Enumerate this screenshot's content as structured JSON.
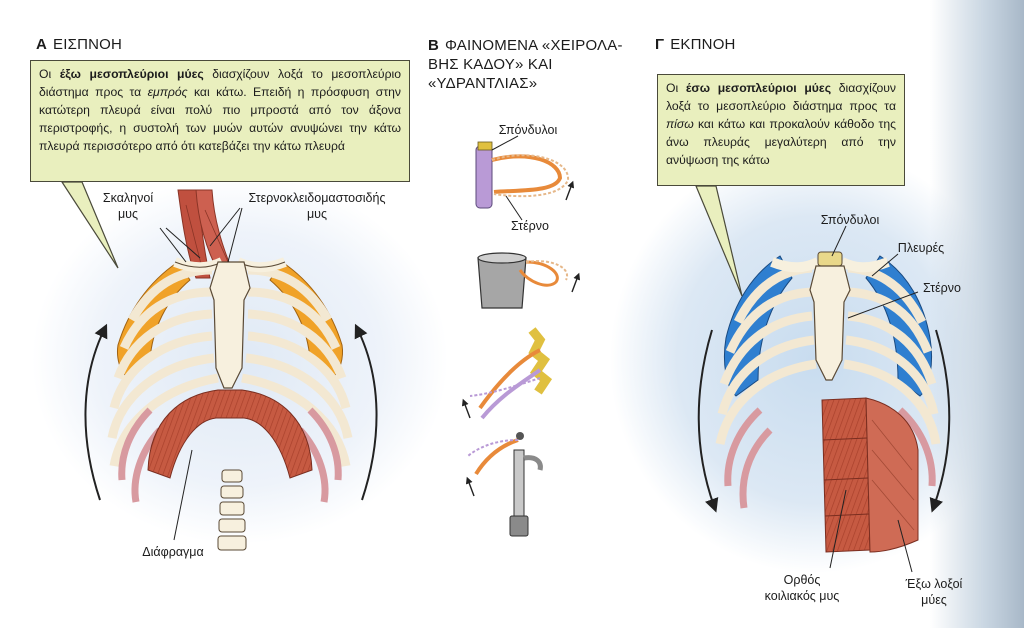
{
  "panel_a": {
    "letter": "Α",
    "title": "ΕΙΣΠΝΟΗ",
    "callout": {
      "pre": "Οι ",
      "bold": "έξω μεσοπλεύριοι μύες",
      "mid": " διασχίζουν λοξά το μεσοπλεύριο διάστημα προς τα ",
      "italic": "εμπρός",
      "post": " και κάτω. Επειδή η πρόσφυση στην κατώτερη πλευρά είναι πολύ πιο μπροστά από τον άξονα περιστροφής, η συστολή των μυών αυτών ανυψώνει την κάτω πλευρά περισσότερο από ότι κατεβάζει την κάτω πλευρά"
    },
    "labels": {
      "scalene_1": "Σκαληνοί",
      "scalene_2": "μυς",
      "scm_1": "Στερνοκλειδομαστοσιδής",
      "scm_2": "μυς",
      "diaphragm": "Διάφραγμα"
    }
  },
  "panel_b": {
    "letter": "Β",
    "title_1": "ΦΑΙΝΟΜΕΝΑ «ΧΕΙΡΟΛΑ-",
    "title_2": "ΒΗΣ ΚΑΔΟΥ» ΚΑΙ",
    "title_3": "«ΥΔΡΑΝΤΛΙΑΣ»",
    "labels": {
      "vertebrae": "Σπόνδυλοι",
      "sternum": "Στέρνο"
    }
  },
  "panel_c": {
    "letter": "Γ",
    "title": "ΕΚΠΝΟΗ",
    "callout": {
      "pre": "Οι ",
      "bold": "έσω μεσοπλεύριοι μύες",
      "mid": " διασχίζουν λοξά το μεσοπλεύριο διάστημα προς τα ",
      "italic": "πίσω",
      "post": " και κάτω και προκαλούν κάθοδο της άνω πλευράς μεγαλύτερη από την ανύψωση της κάτω"
    },
    "labels": {
      "vertebrae": "Σπόνδυλοι",
      "ribs": "Πλευρές",
      "sternum": "Στέρνο",
      "rectus_1": "Ορθός",
      "rectus_2": "κοιλιακός μυς",
      "oblique_1": "Έξω λοξοί",
      "oblique_2": "μύες"
    }
  },
  "colors": {
    "callout_bg": "#e9efbe",
    "external_intercostal": "#f0a228",
    "internal_intercostal": "#2f7fd0",
    "muscle": "#c65a42",
    "bone": "#f7f0de",
    "bucket_handle": "#e88a3a",
    "rib_pink": "#d89aa0"
  }
}
